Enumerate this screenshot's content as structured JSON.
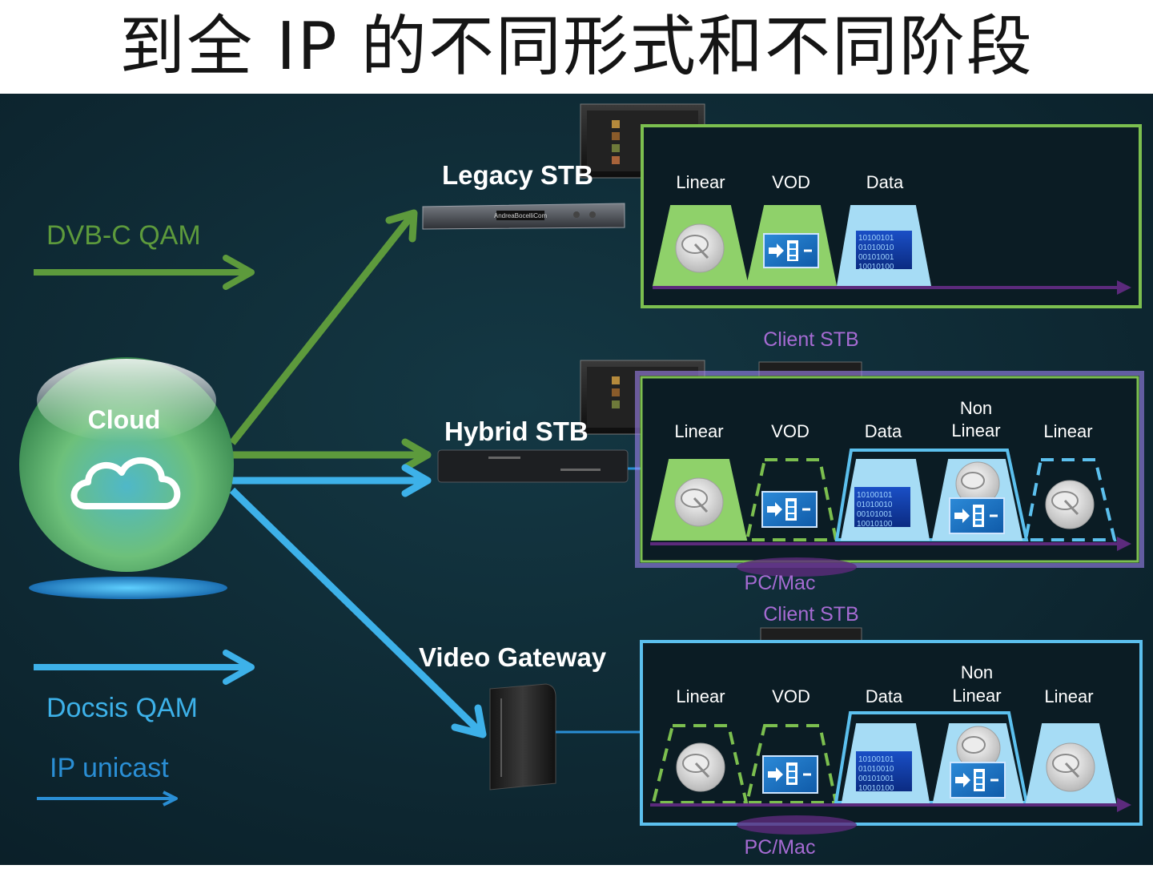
{
  "title": "到全 IP 的不同形式和不同阶段",
  "legend": {
    "dvb": "DVB-C QAM",
    "docsis": "Docsis QAM",
    "ip": "IP unicast"
  },
  "cloud_label": "Cloud",
  "devices": {
    "legacy": "Legacy STB",
    "hybrid": "Hybrid STB",
    "gateway": "Video Gateway"
  },
  "device_screen_text": "AndreaBocelliCom",
  "clients": {
    "client_stb_1": "Client STB",
    "pc_mac_1": "PC/Mac",
    "client_stb_2": "Client STB",
    "pc_mac_2": "PC/Mac"
  },
  "panels": {
    "legacy": {
      "linear": "Linear",
      "vod": "VOD",
      "data": "Data"
    },
    "hybrid": {
      "linear": "Linear",
      "vod": "VOD",
      "data": "Data",
      "non": "Non",
      "nonlinear": "Linear",
      "linear2": "Linear"
    },
    "gateway": {
      "linear": "Linear",
      "vod": "VOD",
      "data": "Data",
      "non": "Non",
      "nonlinear": "Linear",
      "linear2": "Linear"
    }
  },
  "data_glyphs": [
    "10100101",
    "01010010",
    "00101001",
    "10010100"
  ],
  "colors": {
    "background": "#0d242e",
    "dvb_green": "#5d9a3c",
    "docsis_blue": "#3db1e9",
    "ip_blue": "#2a8ed4",
    "panel_green": "#7cbf4f",
    "panel_blue": "#5cc0ee",
    "purple": "#5c2a7c",
    "client_text": "#a66bd3"
  }
}
